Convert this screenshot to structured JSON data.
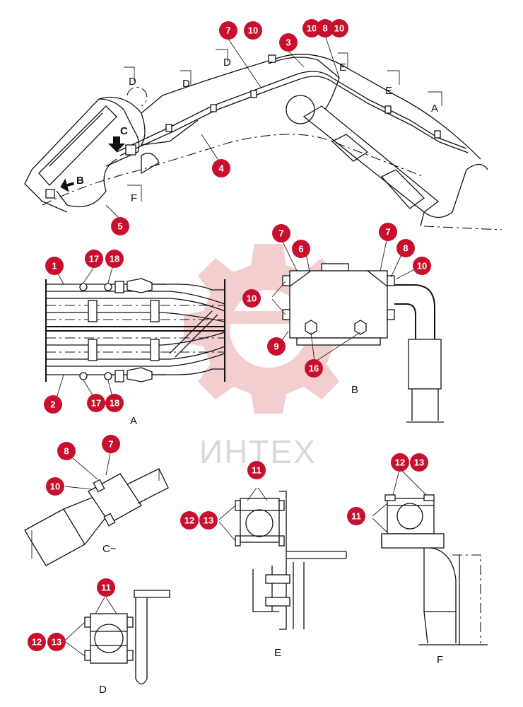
{
  "watermark": {
    "text": "ИНТЕХ",
    "color": "#f2c6c6"
  },
  "callout_color": "#c8102e",
  "views": {
    "main_arrows": {
      "a": "A",
      "b": "B",
      "c": "C",
      "d1": "D",
      "d2": "D",
      "d3": "D",
      "e1": "E",
      "e2": "E",
      "f": "F"
    },
    "captions": {
      "a": "A",
      "b": "B",
      "c": "C~",
      "d": "D",
      "e": "E",
      "f": "F"
    }
  },
  "callouts": {
    "main": [
      "7",
      "10",
      "3",
      "10",
      "8",
      "10",
      "4",
      "5"
    ],
    "view_a": [
      "1",
      "17",
      "18",
      "2",
      "17",
      "18"
    ],
    "view_b": [
      "7",
      "6",
      "7",
      "8",
      "10",
      "10",
      "9",
      "16"
    ],
    "view_c": [
      "8",
      "7",
      "10"
    ],
    "view_d": [
      "11",
      "12",
      "13"
    ],
    "view_e": [
      "11",
      "12",
      "13"
    ],
    "view_f": [
      "12",
      "13",
      "11"
    ]
  }
}
